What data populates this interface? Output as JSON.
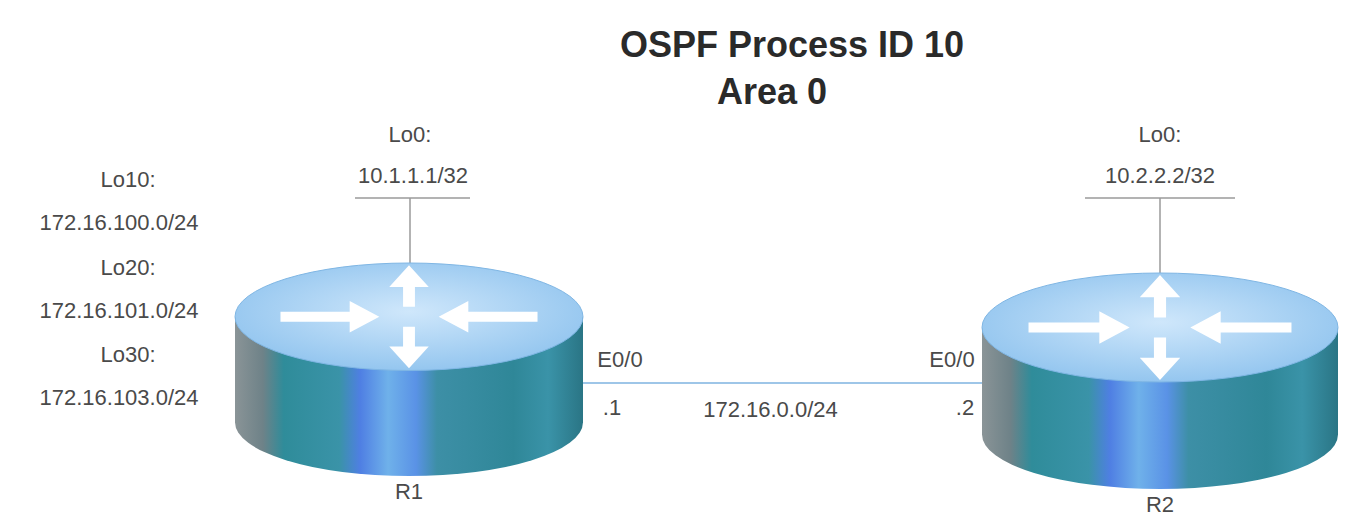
{
  "diagram": {
    "title": "OSPF Process ID 10",
    "nodes": [
      {
        "text": [
          "R1"
        ]
      },
      {
        "text": [
          "R2"
        ]
      }
    ],
    "edges": [
      {
        "from": 0,
        "to": 1,
        "arrow": "none",
        "label": "172.16.0.0/24"
      }
    ],
    "labels": [
      "Area 0",
      "Lo0:",
      "10.1.1.1/32",
      "Lo10:",
      "172.16.100.0/24",
      "Lo20:",
      "172.16.101.0/24",
      "Lo30:",
      "172.16.103.0/24",
      "E0/0",
      ".1",
      "E0/0",
      ".2",
      "Lo0:",
      "10.2.2.2/32"
    ]
  }
}
